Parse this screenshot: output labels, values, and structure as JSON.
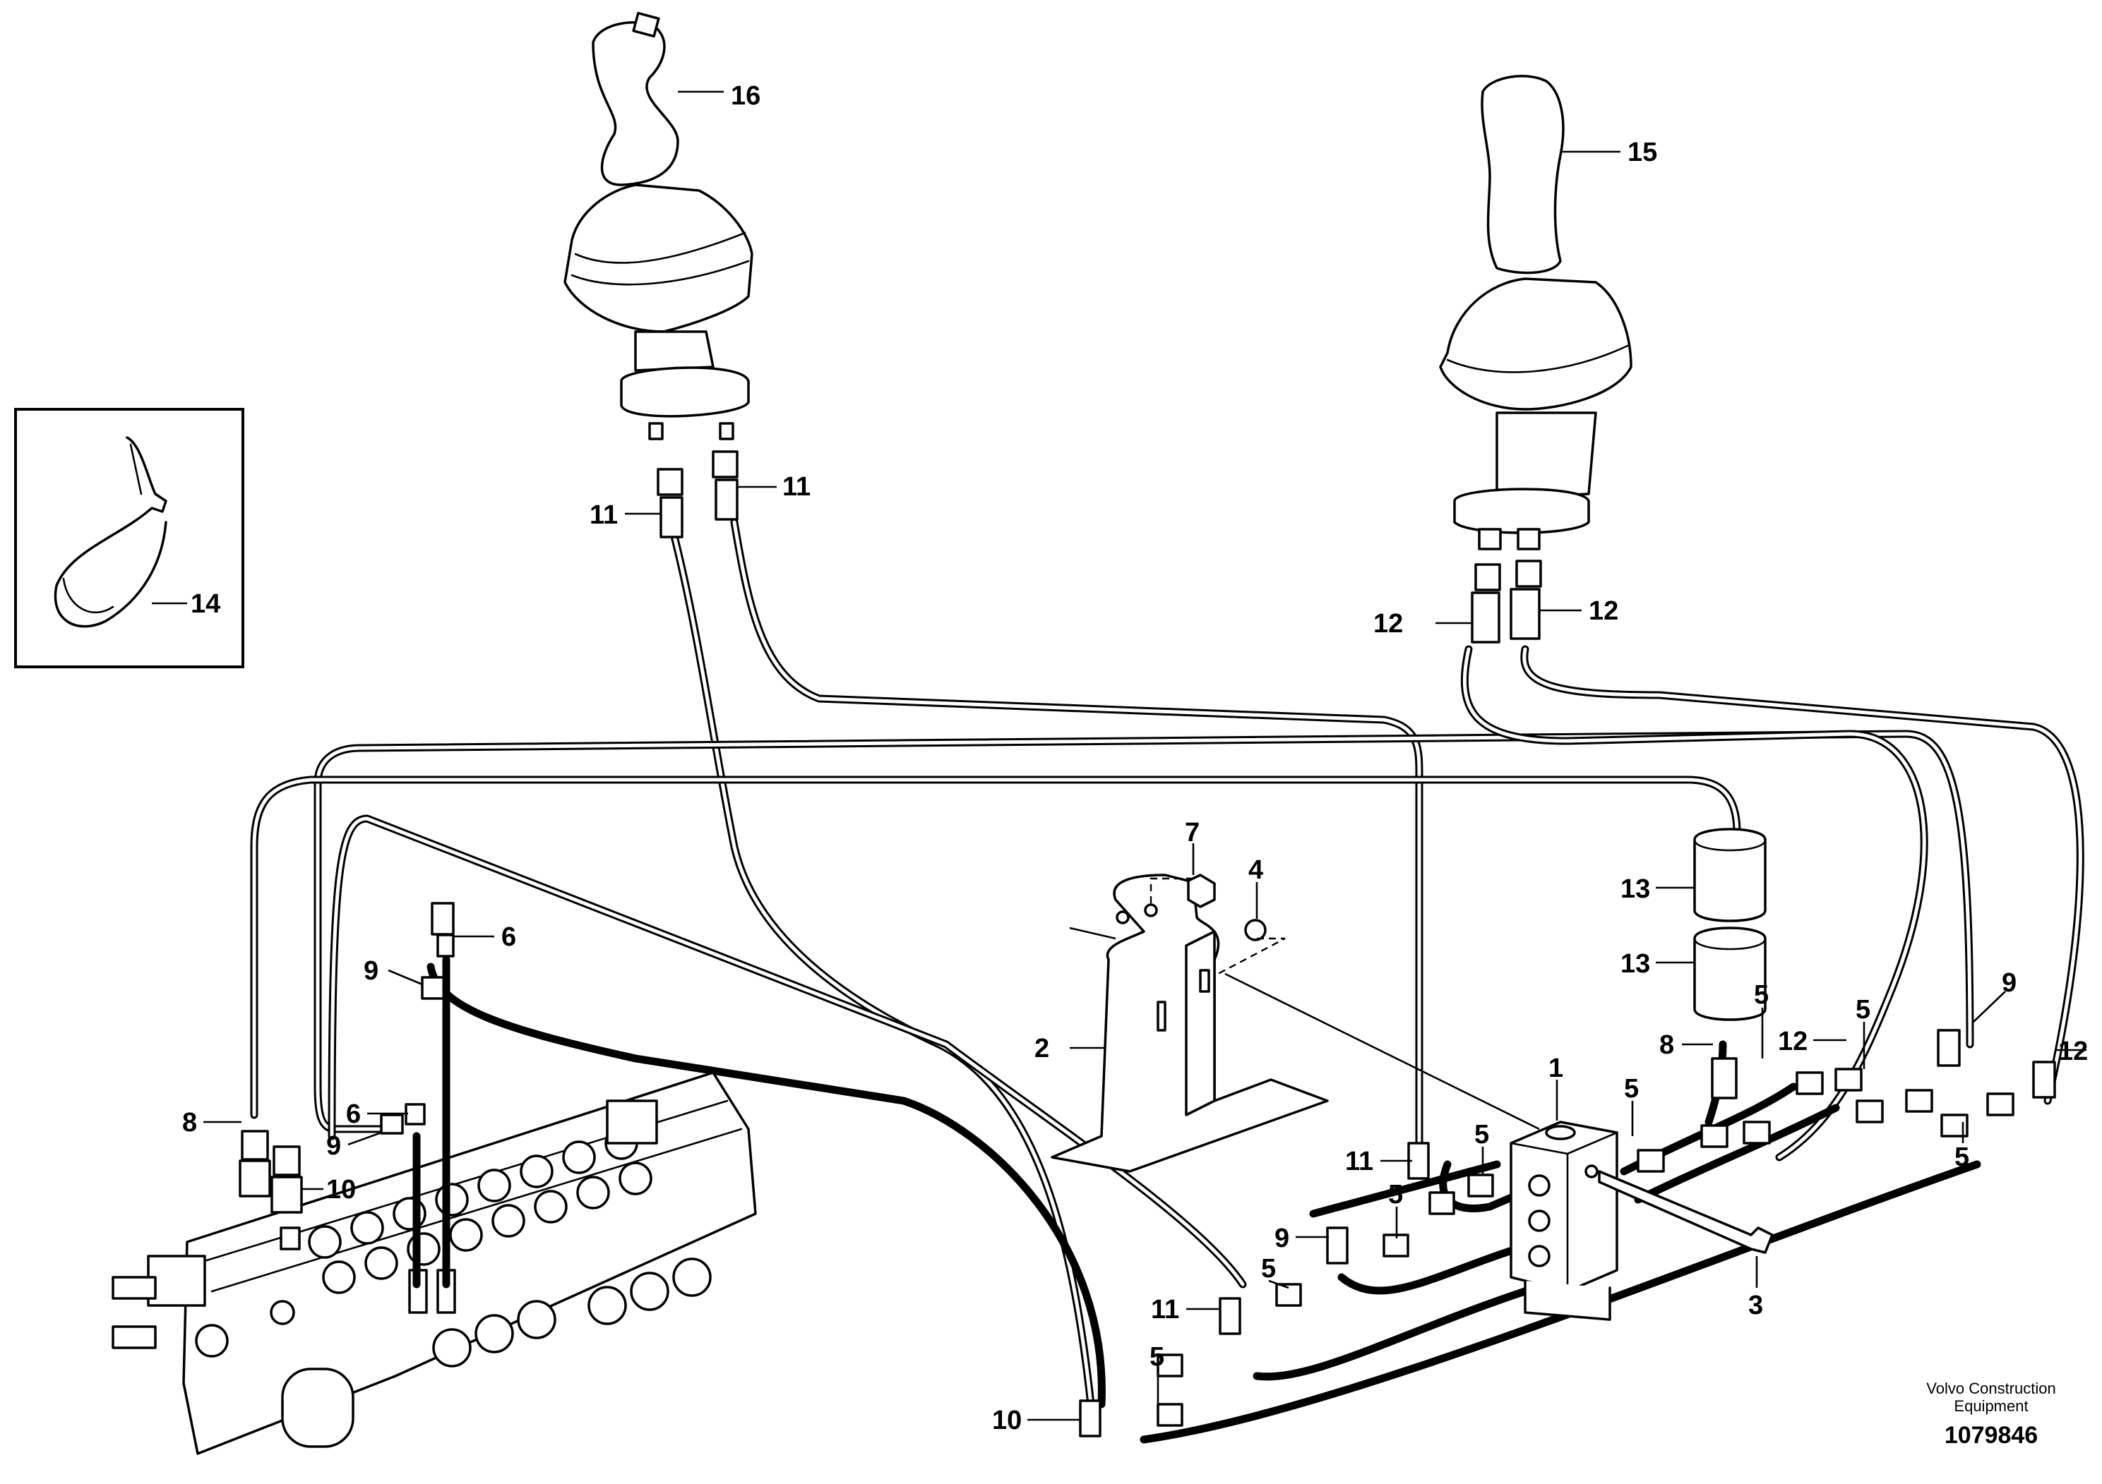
{
  "callouts": {
    "c1": "1",
    "c2": "2",
    "c3": "3",
    "c4": "4",
    "c5": "5",
    "c6": "6",
    "c7": "7",
    "c8": "8",
    "c9": "9",
    "c10": "10",
    "c11": "11",
    "c12": "12",
    "c13": "13",
    "c14": "14",
    "c15": "15",
    "c16": "16"
  },
  "footer": {
    "brand_line1": "Volvo Construction",
    "brand_line2": "Equipment",
    "doc_number": "1079846"
  }
}
